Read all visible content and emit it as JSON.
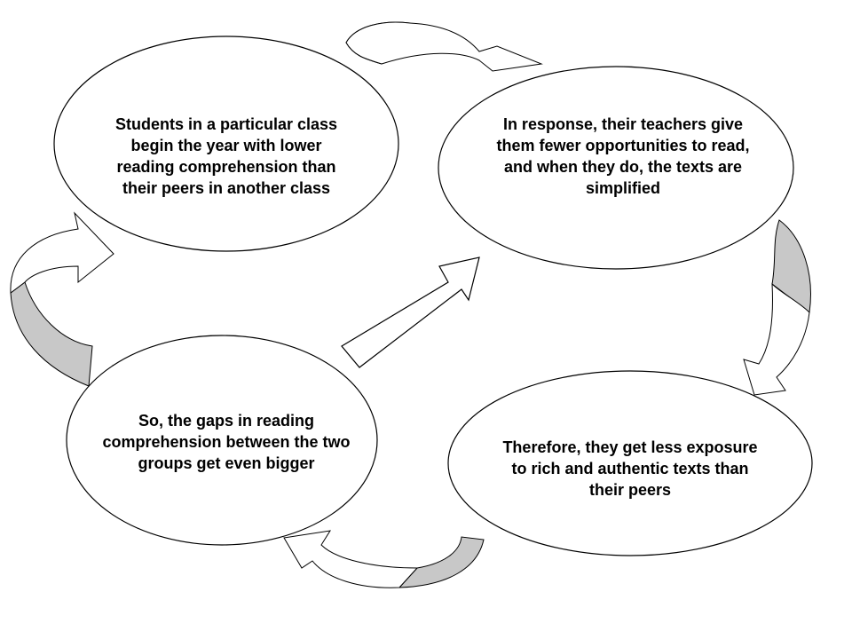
{
  "diagram": {
    "nodes": [
      {
        "text": "Students in a particular class begin the year with lower reading comprehension than their peers in another class"
      },
      {
        "text": "In response, their teachers give them fewer opportunities to read, and when they do, the texts are simplified"
      },
      {
        "text": "Therefore, they get less exposure to rich and authentic texts than their peers"
      },
      {
        "text": "So, the gaps in reading comprehension between the two groups get even bigger"
      }
    ],
    "colors": {
      "arrow_fill": "#ffffff",
      "arrow_shade": "#c8c8c8",
      "stroke": "#000000"
    }
  }
}
